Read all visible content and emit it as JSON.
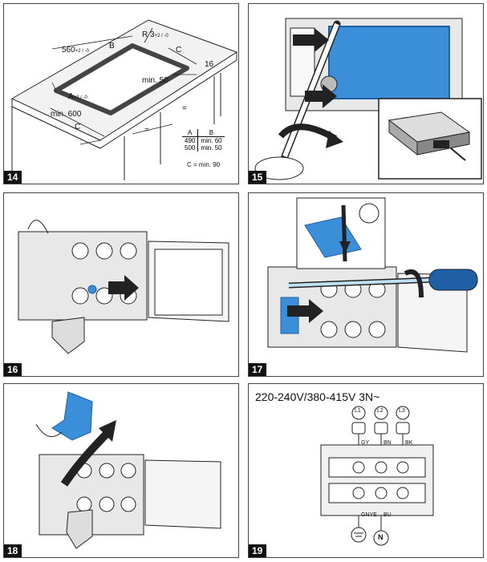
{
  "panels": [
    {
      "number": "14"
    },
    {
      "number": "15"
    },
    {
      "number": "16"
    },
    {
      "number": "17"
    },
    {
      "number": "18"
    },
    {
      "number": "19"
    }
  ],
  "fig14": {
    "width_label": "560",
    "width_tol": "+2 / -0",
    "depth_label": "A",
    "depth_tol": "+2 / -0",
    "b_label": "B",
    "radius_label": "R 3",
    "radius_tol": "+2 / -0",
    "c_label": "C",
    "min50": "min. 50",
    "min600": "min. 600",
    "marker16": "16",
    "eq": "=",
    "table": {
      "head": [
        "A",
        "B"
      ],
      "rows": [
        [
          "490",
          "min. 60"
        ],
        [
          "500",
          "min. 50"
        ]
      ]
    },
    "c_note": "C = min. 90"
  },
  "fig19": {
    "voltage": "220-240V/380-415V 3N~",
    "phases": [
      "L1",
      "L2",
      "L3"
    ],
    "wire_top": [
      "GY",
      "BN",
      "BK"
    ],
    "wire_bottom": [
      "GNYE",
      "BU"
    ],
    "neutral": "N"
  },
  "colors": {
    "blue": "#3a8fd8",
    "dark_blue": "#1f5fa6",
    "light_blue": "#bfe0f5",
    "gray": "#d7d7d7",
    "dark": "#222"
  }
}
